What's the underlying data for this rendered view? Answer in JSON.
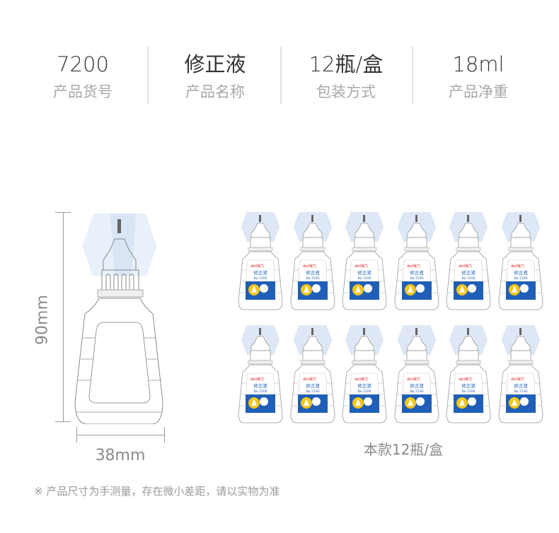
{
  "specs": [
    {
      "value": "7200",
      "label": "产品货号"
    },
    {
      "value": "修正液",
      "label": "产品名称"
    },
    {
      "value": "12瓶/盒",
      "label": "包装方式"
    },
    {
      "value": "18ml",
      "label": "产品净重"
    }
  ],
  "dimensions": {
    "height": "90mm",
    "width": "38mm"
  },
  "bottle_label": {
    "brand": "deli得力",
    "name": "修正液",
    "model": "No.7200"
  },
  "pack_count": 12,
  "caption": "本款12瓶/盒",
  "note": "※ 产品尺寸为手测量，存在微小差距，请以实物为准",
  "colors": {
    "label_blue": "#1f5fb8",
    "accent_yellow": "#f5c518",
    "glow": "#dde7f5"
  }
}
